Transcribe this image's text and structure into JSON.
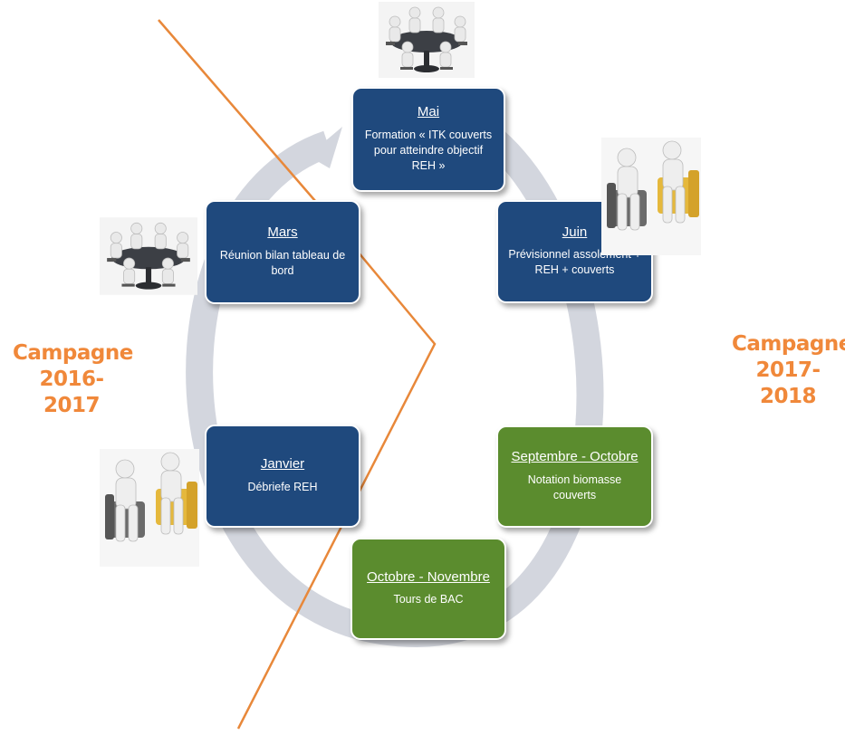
{
  "campaigns": {
    "left": [
      "Campagne",
      "2016-2017"
    ],
    "right": [
      "Campagne",
      "2017-2018"
    ]
  },
  "steps": [
    {
      "id": "mai",
      "title": "Mai",
      "desc": "Formation « ITK couverts pour atteindre objectif REH »",
      "color": "#1f497d"
    },
    {
      "id": "juin",
      "title": "Juin",
      "desc": "Prévisionnel assolement + REH + couverts",
      "color": "#1f497d"
    },
    {
      "id": "sept-oct",
      "title": "Septembre - Octobre",
      "desc": "Notation biomasse couverts",
      "color": "#5b8c2e"
    },
    {
      "id": "oct-nov",
      "title": "Octobre - Novembre",
      "desc": "Tours de BAC",
      "color": "#5b8c2e"
    },
    {
      "id": "janvier",
      "title": "Janvier",
      "desc": "Débriefe REH",
      "color": "#1f497d"
    },
    {
      "id": "mars",
      "title": "Mars",
      "desc": "Réunion bilan tableau de bord",
      "color": "#1f497d"
    }
  ],
  "colors": {
    "cycle_ring": "#d3d6de",
    "divider_line": "#e8883a",
    "campaign_text": "#f0883a"
  },
  "icons": [
    "meeting-table-icon",
    "consultation-chairs-icon"
  ]
}
